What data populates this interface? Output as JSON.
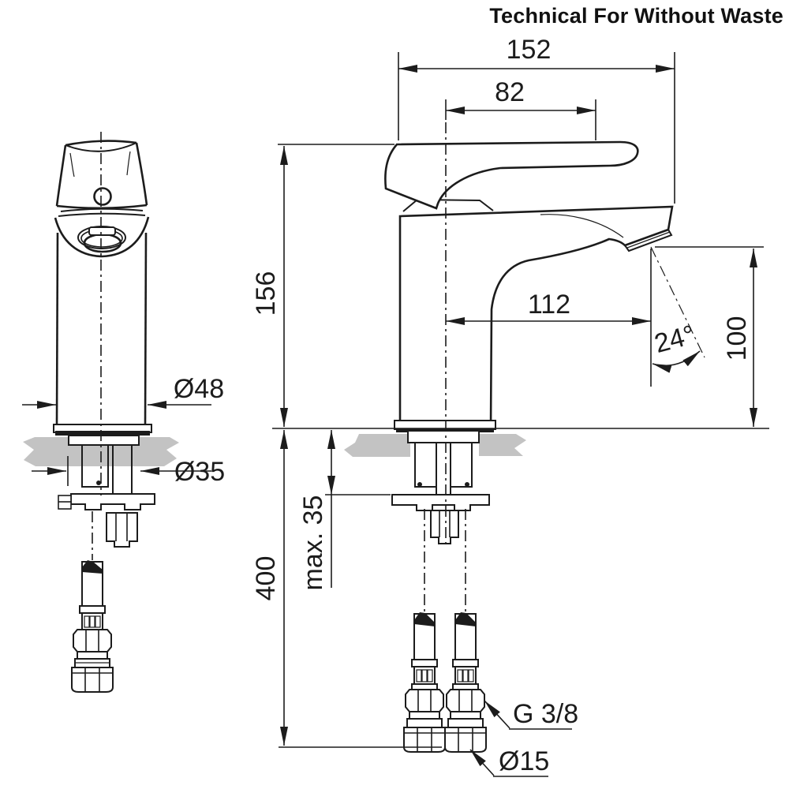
{
  "title": "Technical For Without Waste",
  "colors": {
    "line": "#1c1c1c",
    "deck_gray": "#c3c3c3",
    "background": "#ffffff"
  },
  "front_view": {
    "dim_base_diameter": "Ø48",
    "dim_shank_diameter": "Ø35"
  },
  "side_view": {
    "dim_overall_width": "152",
    "dim_handle_length": "82",
    "dim_height_above_deck": "156",
    "dim_spout_reach": "112",
    "dim_outlet_height": "100",
    "dim_outlet_angle": "24°",
    "dim_max_deck_thickness": "max. 35",
    "dim_hose_length": "400",
    "label_hose_thread": "G 3/8",
    "label_pipe_diameter": "Ø15"
  }
}
